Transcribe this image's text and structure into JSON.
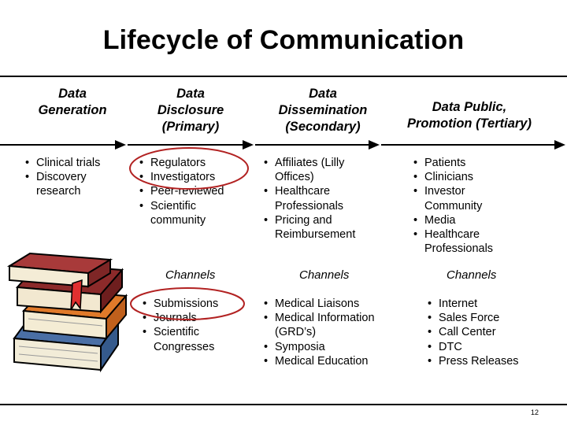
{
  "title": "Lifecycle of Communication",
  "headers": [
    "Data\nGeneration",
    "Data\nDisclosure\n(Primary)",
    "Data\nDissemination\n(Secondary)",
    "Data Public,\nPromotion (Tertiary)"
  ],
  "columns": [
    {
      "bullets": [
        "Clinical trials",
        "Discovery research"
      ]
    },
    {
      "bullets": [
        "Regulators",
        "Investigators",
        "Peer-reviewed",
        "Scientific community"
      ],
      "channels_label": "Channels",
      "channels": [
        "Submissions",
        "Journals",
        "Scientific Congresses"
      ]
    },
    {
      "bullets": [
        "Affiliates (Lilly Offices)",
        "Healthcare Professionals",
        "Pricing and Reimbursement"
      ],
      "channels_label": "Channels",
      "channels": [
        "Medical Liaisons",
        "Medical Information (GRD’s)",
        "Symposia",
        "Medical Education"
      ]
    },
    {
      "bullets": [
        "Patients",
        "Clinicians",
        "Investor Community",
        "Media",
        "Healthcare Professionals"
      ],
      "channels_label": "Channels",
      "channels": [
        "Internet",
        "Sales Force",
        "Call Center",
        "DTC",
        "Press Releases"
      ]
    }
  ],
  "highlight_color": "#b22222",
  "book_icon": "stack-of-books-icon",
  "page_number": "12"
}
